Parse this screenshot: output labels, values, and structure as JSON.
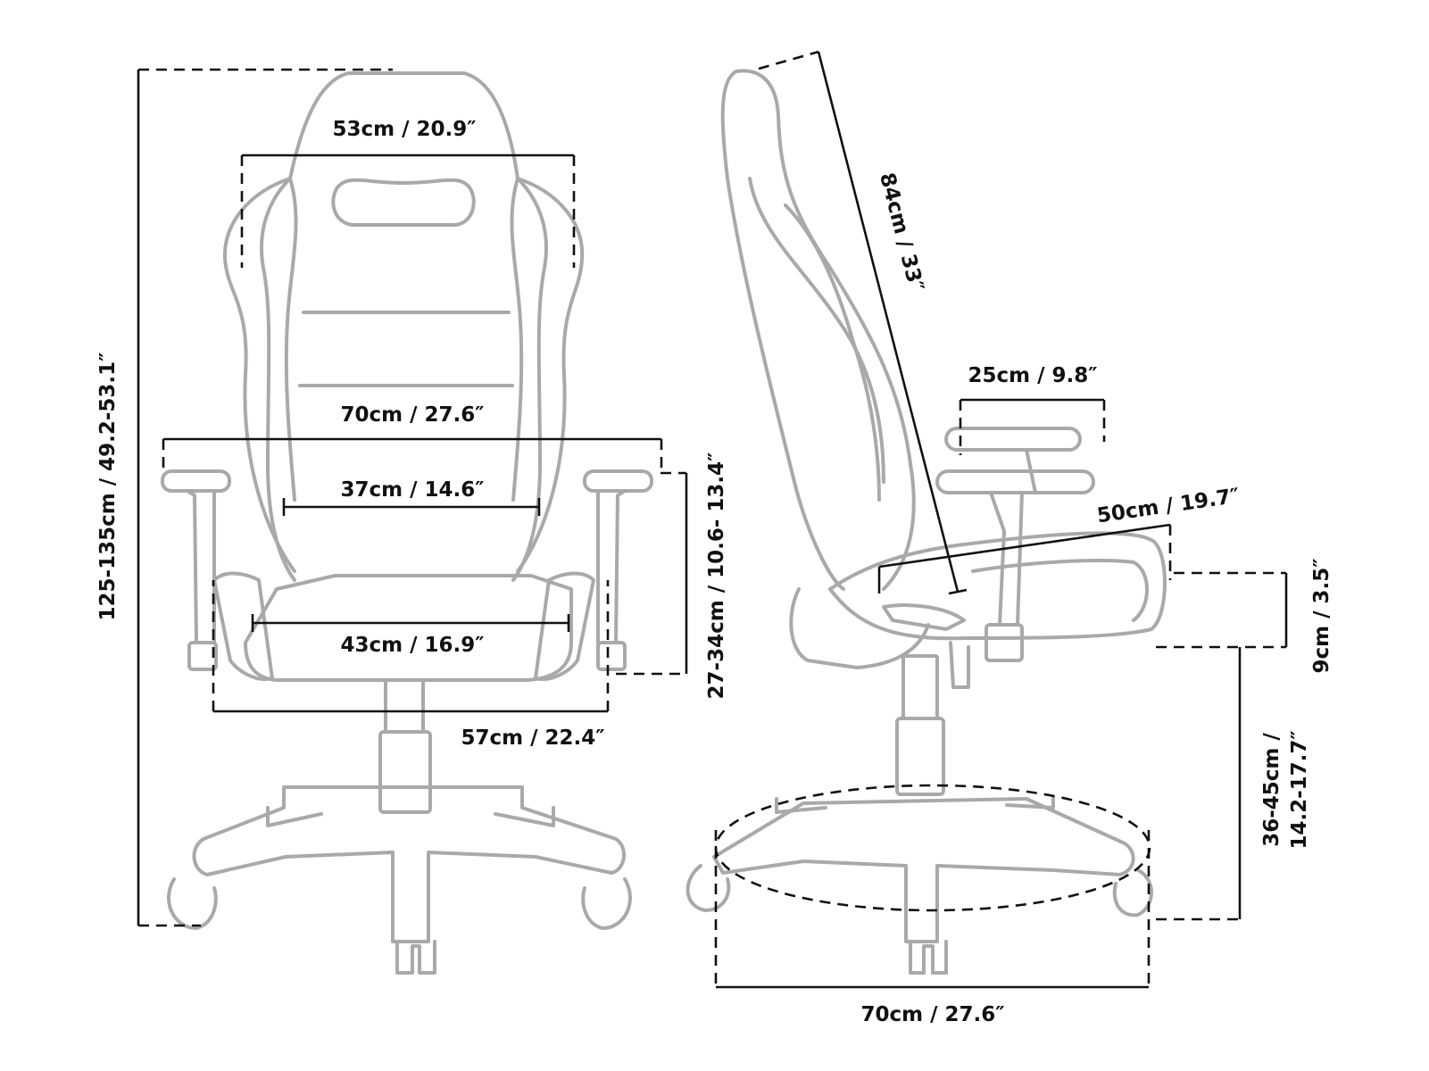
{
  "colors": {
    "chair_outline": "#a9a9a9",
    "dimension_lines": "#111111",
    "background": "#ffffff"
  },
  "front_view": {
    "headrest_width": "53cm / 20.9″",
    "armrest_span": "70cm / 27.6″",
    "back_width": "37cm / 14.6″",
    "seat_width": "43cm / 16.9″",
    "base_width": "57cm / 22.4″",
    "total_height": "125-135cm / 49.2-53.1″",
    "armrest_height": "27-34cm / 10.6- 13.4″"
  },
  "side_view": {
    "backrest_height": "84cm / 33″",
    "armrest_length": "25cm / 9.8″",
    "seat_depth": "50cm / 19.7″",
    "seat_thickness": "9cm / 3.5″",
    "seat_height_line1": "36-45cm /",
    "seat_height_line2": "14.2-17.7″",
    "base_diameter": "70cm / 27.6″"
  }
}
